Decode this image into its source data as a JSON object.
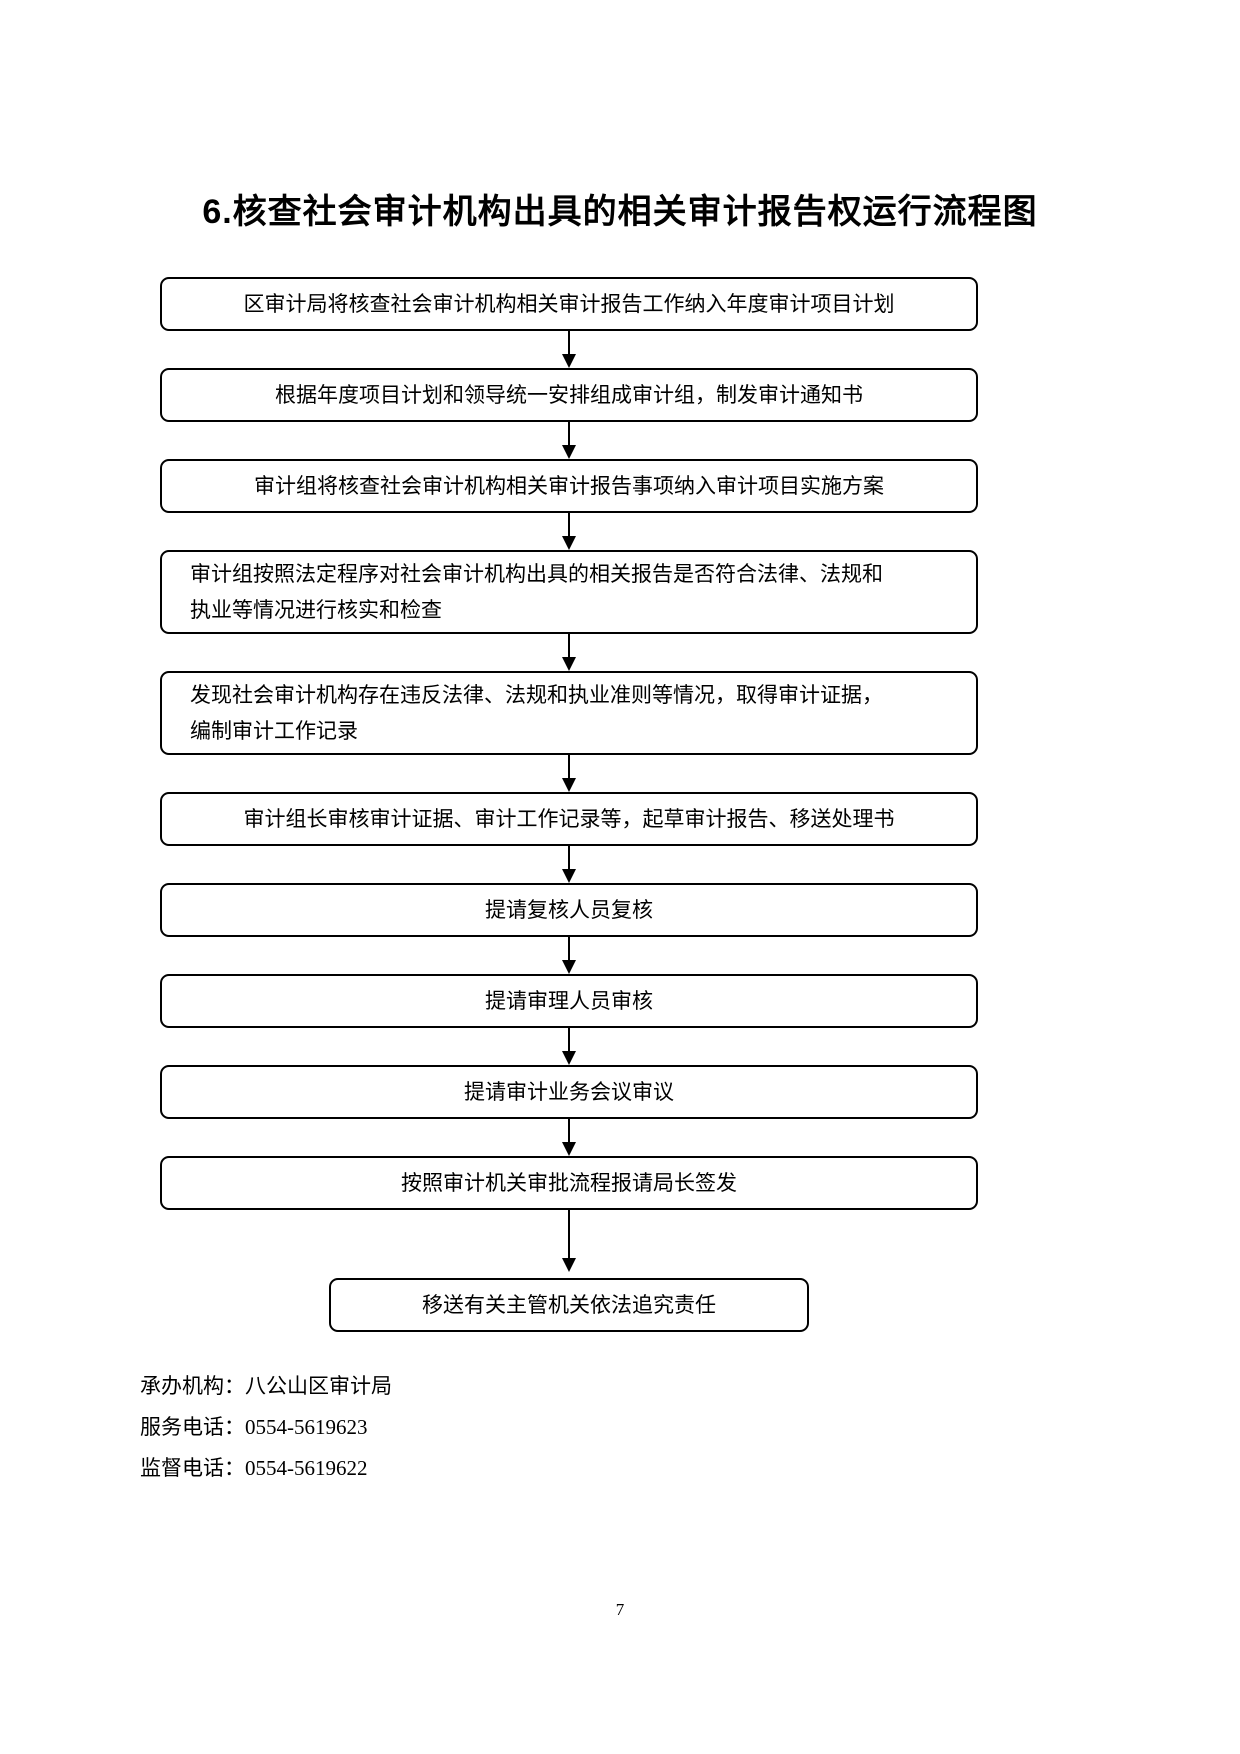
{
  "page": {
    "title": "6.核查社会审计机构出具的相关审计报告权运行流程图",
    "page_number": "7"
  },
  "flowchart": {
    "steps": [
      {
        "text": "区审计局将核查社会审计机构相关审计报告工作纳入年度审计项目计划"
      },
      {
        "text": "根据年度项目计划和领导统一安排组成审计组，制发审计通知书"
      },
      {
        "text": "审计组将核查社会审计机构相关审计报告事项纳入审计项目实施方案"
      },
      {
        "text": "审计组按照法定程序对社会审计机构出具的相关报告是否符合法律、法规和\n执业等情况进行核实和检查",
        "wrap": true
      },
      {
        "text": "发现社会审计机构存在违反法律、法规和执业准则等情况，取得审计证据，\n编制审计工作记录",
        "wrap": true
      },
      {
        "text": "审计组长审核审计证据、审计工作记录等，起草审计报告、移送处理书"
      },
      {
        "text": "提请复核人员复核"
      },
      {
        "text": "提请审理人员审核"
      },
      {
        "text": "提请审计业务会议审议"
      },
      {
        "text": "按照审计机关审批流程报请局长签发"
      },
      {
        "text": "移送有关主管机关依法追究责任",
        "narrow": true
      }
    ]
  },
  "footer": {
    "agency": "承办机构：八公山区审计局",
    "service_phone": "服务电话：0554-5619623",
    "supervision_phone": "监督电话：0554-5619622"
  },
  "colors": {
    "ink": "#000000",
    "paper": "#ffffff"
  }
}
